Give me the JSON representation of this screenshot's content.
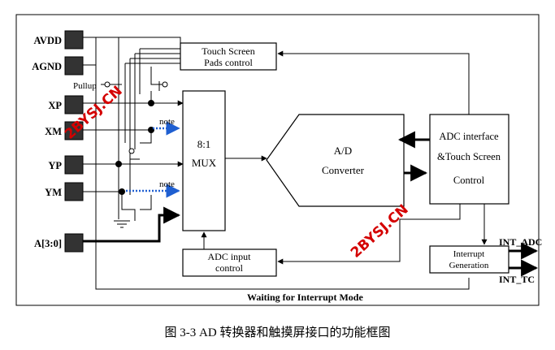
{
  "pins": {
    "avdd": "AVDD",
    "agnd": "AGND",
    "xp": "XP",
    "xm": "XM",
    "yp": "YP",
    "ym": "YM",
    "a": "A[3:0]"
  },
  "pullup": "Pullup",
  "notes": [
    "note",
    "note"
  ],
  "blocks": {
    "touch_pads": [
      "Touch Screen",
      "Pads control"
    ],
    "mux": [
      "8:1",
      "MUX"
    ],
    "adc": [
      "A/D",
      "Converter"
    ],
    "adc_interface": [
      "ADC interface",
      "&Touch Screen",
      "Control"
    ],
    "adc_input": [
      "ADC input",
      "control"
    ],
    "interrupt": [
      "Interrupt",
      "Generation"
    ]
  },
  "outputs": {
    "int_adc": "INT_ADC",
    "int_tc": "INT_TC"
  },
  "mode_label": "Waiting for Interrupt Mode",
  "watermarks": [
    "2BYSJ.CN",
    "2BYSJ.CN"
  ],
  "caption": "图 3-3 AD 转换器和触摸屏接口的功能框图",
  "colors": {
    "note_arrow": "#1f5fd1",
    "watermark": "#d40000",
    "pin_fill": "#333333"
  }
}
